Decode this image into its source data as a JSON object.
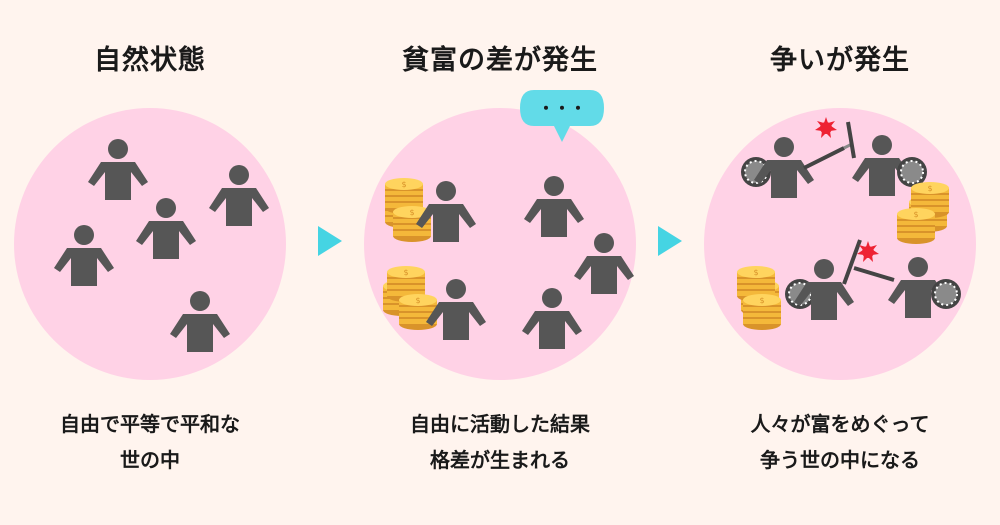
{
  "panels": [
    {
      "title": "自然状態",
      "caption_line1": "自由で平等で平和な",
      "caption_line2": "世の中"
    },
    {
      "title": "貧富の差が発生",
      "caption_line1": "自由に活動した結果",
      "caption_line2": "格差が生まれる"
    },
    {
      "title": "争いが発生",
      "caption_line1": "人々が富をめぐって",
      "caption_line2": "争う世の中になる"
    }
  ],
  "speech_bubble": {
    "text": "・・・"
  },
  "icons": {
    "person": "person-icon",
    "coins": "coin-stack-icon",
    "arrow": "arrow-right-icon",
    "speech": "speech-bubble-icon",
    "sword": "sword-icon",
    "shield": "shield-icon",
    "clash": "clash-spark-icon"
  },
  "colors": {
    "background": "#fff4ee",
    "circle": "#ffd2e6",
    "figure": "#565656",
    "arrow": "#45d4e3",
    "bubble": "#62dbe8",
    "coin": "#f4b83a",
    "clash": "#ee2233"
  }
}
